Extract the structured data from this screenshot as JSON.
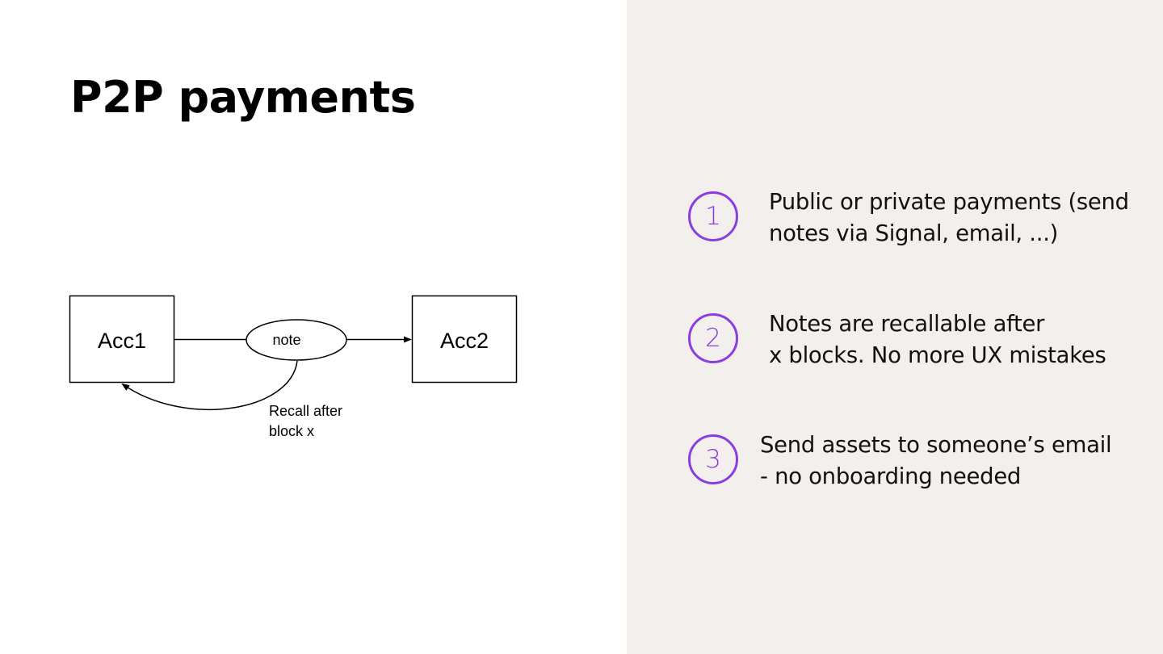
{
  "title": "P2P payments",
  "diagram": {
    "nodes": {
      "acc1": "Acc1",
      "note": "note",
      "acc2": "Acc2"
    },
    "recall_label": {
      "line1": "Recall after",
      "line2": "block x"
    }
  },
  "points": [
    {
      "number": "1",
      "line1": "Public or private payments (send",
      "line2": "notes via Signal, email, ...)"
    },
    {
      "number": "2",
      "line1": "Notes are recallable after",
      "line2": "x blocks. No more UX mistakes"
    },
    {
      "number": "3",
      "line1": "Send assets to someone’s email",
      "line2": "- no onboarding needed"
    }
  ],
  "colors": {
    "accent": "#8a3ee0",
    "right_panel_background": "#f2efec",
    "text": "#000000"
  }
}
